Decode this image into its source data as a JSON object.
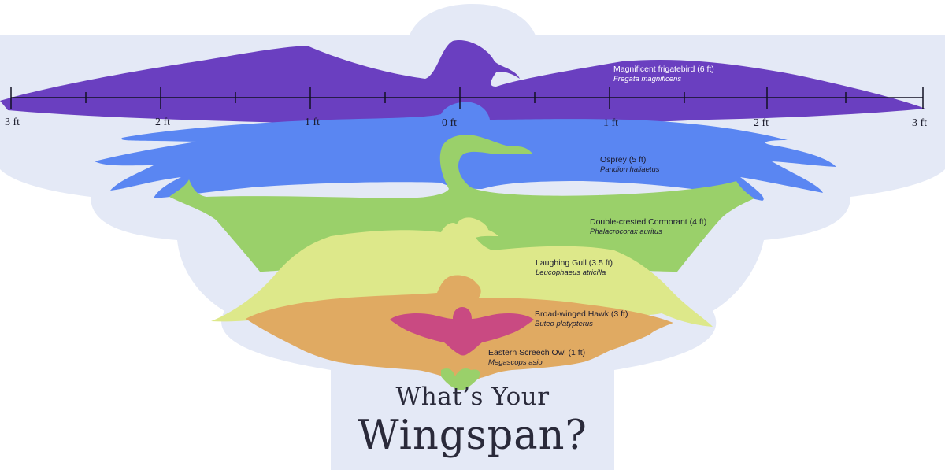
{
  "colors": {
    "sign_background": "#e4e9f6",
    "frigatebird": "#6a3fc0",
    "osprey": "#5a86f2",
    "cormorant": "#9ad06a",
    "gull": "#dde88a",
    "hawk": "#e0aa62",
    "owl": "#c94a82"
  },
  "scale": {
    "labels": [
      "3 ft",
      "2 ft",
      "1 ft",
      "0 ft",
      "1 ft",
      "2 ft",
      "3 ft"
    ]
  },
  "birds": [
    {
      "common": "Magnificent frigatebird (6 ft)",
      "scientific": "Fregata magnificens",
      "silhouette": "frigatebird-silhouette"
    },
    {
      "common": "Osprey (5 ft)",
      "scientific": "Pandion haliaetus",
      "silhouette": "osprey-silhouette"
    },
    {
      "common": "Double-crested Cormorant (4 ft)",
      "scientific": "Phalacrocorax auritus",
      "silhouette": "cormorant-silhouette"
    },
    {
      "common": "Laughing Gull (3.5 ft)",
      "scientific": "Leucophaeus atricilla",
      "silhouette": "gull-silhouette"
    },
    {
      "common": "Broad-winged Hawk (3 ft)",
      "scientific": "Buteo platypterus",
      "silhouette": "hawk-silhouette"
    },
    {
      "common": "Eastern Screech Owl (1 ft)",
      "scientific": "Megascops asio",
      "silhouette": "owl-silhouette"
    }
  ],
  "title": {
    "line1": "What’s Your",
    "line2": "Wingspan?"
  }
}
